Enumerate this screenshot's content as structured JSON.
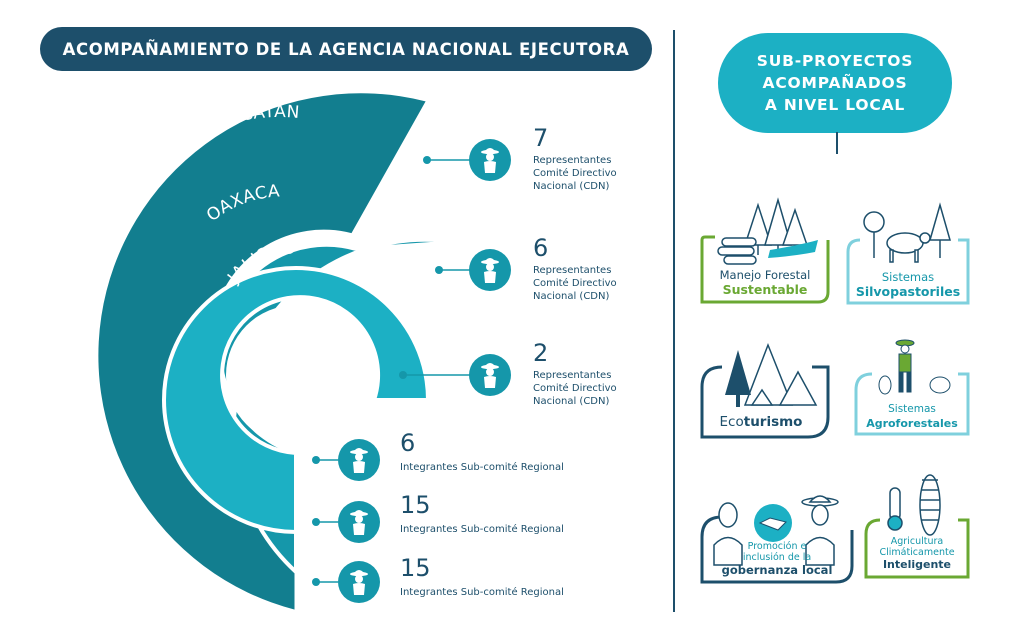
{
  "title": "ACOMPAÑAMIENTO DE LA AGENCIA NACIONAL EJECUTORA",
  "regions": {
    "peninsula": "PENÍNSULA DE YUCATÁN",
    "oaxaca": "OAXACA",
    "jalisco": "JALISCO"
  },
  "cdn": [
    {
      "number": "7",
      "l1": "Representantes",
      "l2": "Comité Directivo",
      "l3": "Nacional (CDN)"
    },
    {
      "number": "6",
      "l1": "Representantes",
      "l2": "Comité Directivo",
      "l3": "Nacional (CDN)"
    },
    {
      "number": "2",
      "l1": "Representantes",
      "l2": "Comité Directivo",
      "l3": "Nacional (CDN)"
    }
  ],
  "regional": [
    {
      "number": "6",
      "label": "Integrantes Sub-comité Regional"
    },
    {
      "number": "15",
      "label": "Integrantes Sub-comité Regional"
    },
    {
      "number": "15",
      "label": "Integrantes Sub-comité Regional"
    }
  ],
  "subprojects": {
    "heading": [
      "SUB-PROYECTOS",
      "ACOMPAÑADOS",
      "A NIVEL LOCAL"
    ],
    "forestal": {
      "l1": "Manejo Forestal",
      "l2": "Sustentable"
    },
    "silvo": {
      "l1": "Sistemas",
      "l2": "Silvopastoriles"
    },
    "eco": {
      "a": "Eco",
      "b": "turismo"
    },
    "agro": {
      "l1": "Sistemas",
      "l2": "Agroforestales"
    },
    "gobernanza": {
      "l1": "Promoción e",
      "l2": "inclusión de la",
      "l3": "gobernanza local"
    },
    "agricultura": {
      "l1": "Agricultura",
      "l2": "Climáticamente",
      "l3": "Inteligente"
    }
  },
  "colors": {
    "navy": "#1d4f6b",
    "outer_ring": "#127e8f",
    "middle_ring": "#1597aa",
    "inner_ring": "#1cb0c4",
    "green": "#6aa833",
    "light_teal": "#7fd0dd"
  },
  "icons": [
    "person-icon",
    "pine-tree-icon",
    "cow-icon",
    "tent-icon",
    "farmer-icon",
    "corn-icon",
    "handshake-icon"
  ]
}
